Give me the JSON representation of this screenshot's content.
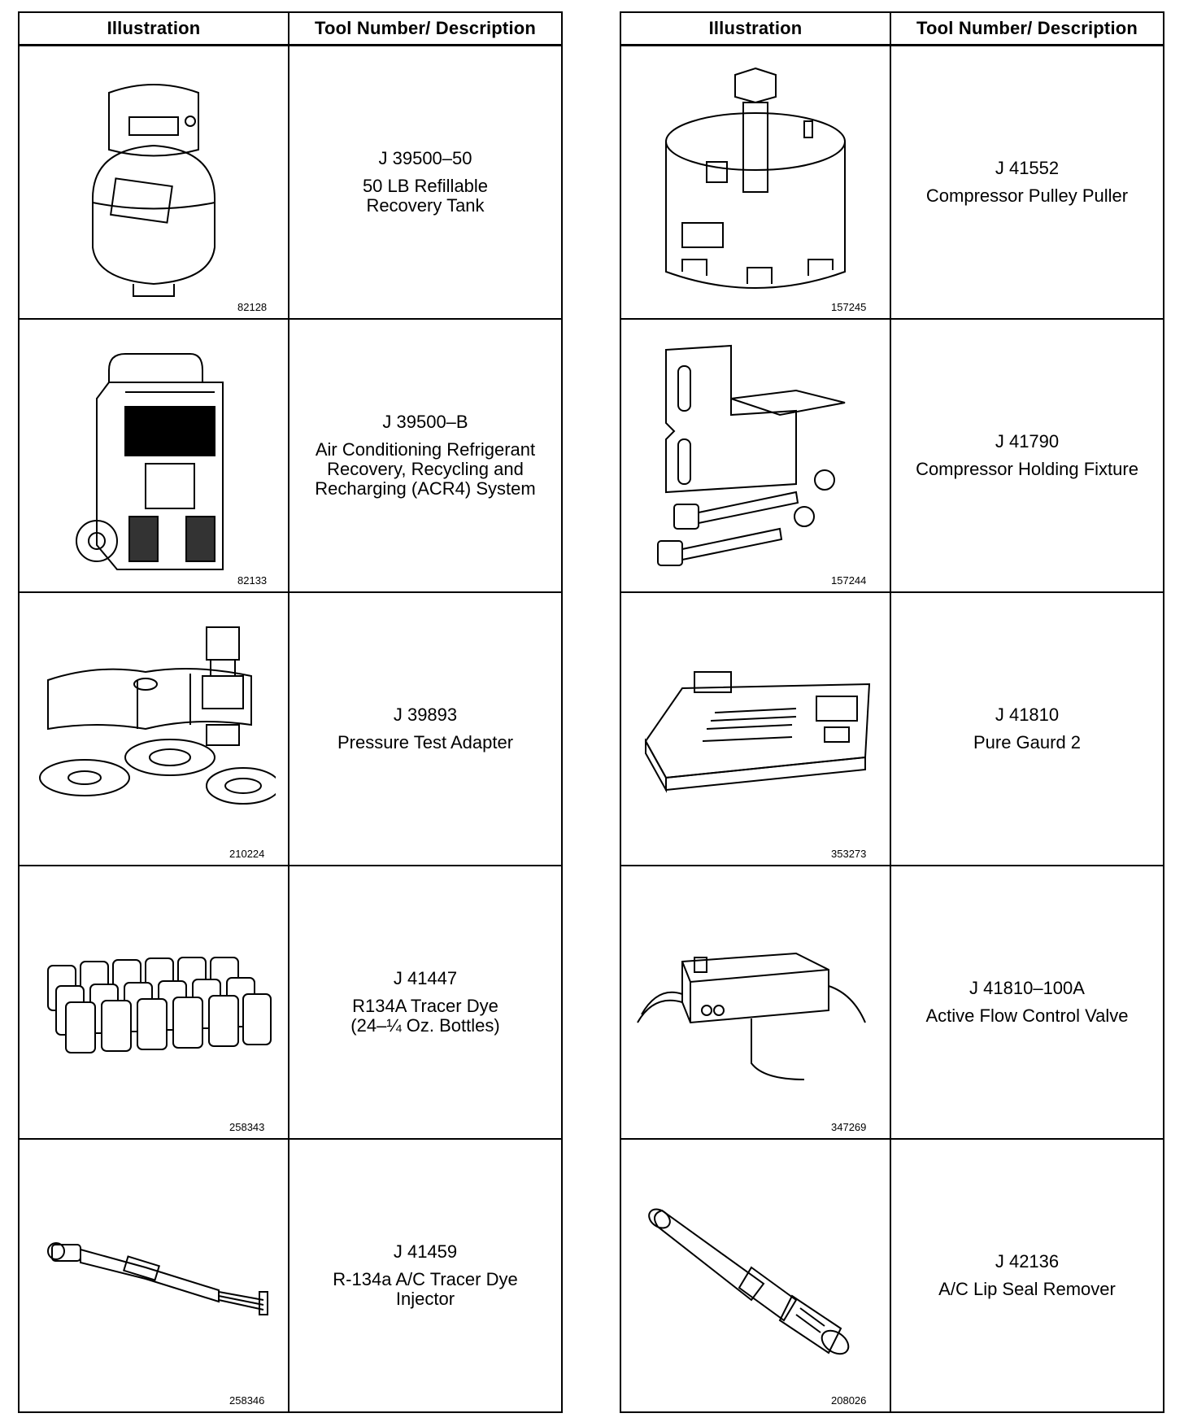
{
  "left_table": {
    "headers": {
      "illustration": "Illustration",
      "description": "Tool Number/ Description"
    },
    "rows": [
      {
        "figure": "82128",
        "tool_number": "J 39500–50",
        "description": "50 LB Refillable\nRecovery Tank",
        "icon": "recovery-tank-icon"
      },
      {
        "figure": "82133",
        "tool_number": "J 39500–B",
        "description": "Air Conditioning Refrigerant\nRecovery, Recycling and\nRecharging (ACR4) System",
        "icon": "acr4-machine-icon"
      },
      {
        "figure": "210224",
        "tool_number": "J 39893",
        "description": "Pressure Test Adapter",
        "icon": "pressure-adapter-icon"
      },
      {
        "figure": "258343",
        "tool_number": "J 41447",
        "description": "R134A Tracer Dye\n(24–¼ Oz. Bottles)",
        "icon": "dye-bottles-icon"
      },
      {
        "figure": "258346",
        "tool_number": "J 41459",
        "description": "R-134a A/C Tracer Dye\nInjector",
        "icon": "dye-injector-icon"
      }
    ]
  },
  "right_table": {
    "headers": {
      "illustration": "Illustration",
      "description": "Tool Number/ Description"
    },
    "rows": [
      {
        "figure": "157245",
        "tool_number": "J 41552",
        "description": "Compressor Pulley Puller",
        "icon": "pulley-puller-icon"
      },
      {
        "figure": "157244",
        "tool_number": "J 41790",
        "description": "Compressor Holding Fixture",
        "icon": "holding-fixture-icon"
      },
      {
        "figure": "353273",
        "tool_number": "J 41810",
        "description": "Pure Gaurd 2",
        "icon": "pure-guard-icon"
      },
      {
        "figure": "347269",
        "tool_number": "J 41810–100A",
        "description": "Active Flow Control Valve",
        "icon": "flow-valve-icon"
      },
      {
        "figure": "208026",
        "tool_number": "J 42136",
        "description": "A/C Lip Seal Remover",
        "icon": "seal-remover-icon"
      }
    ]
  }
}
